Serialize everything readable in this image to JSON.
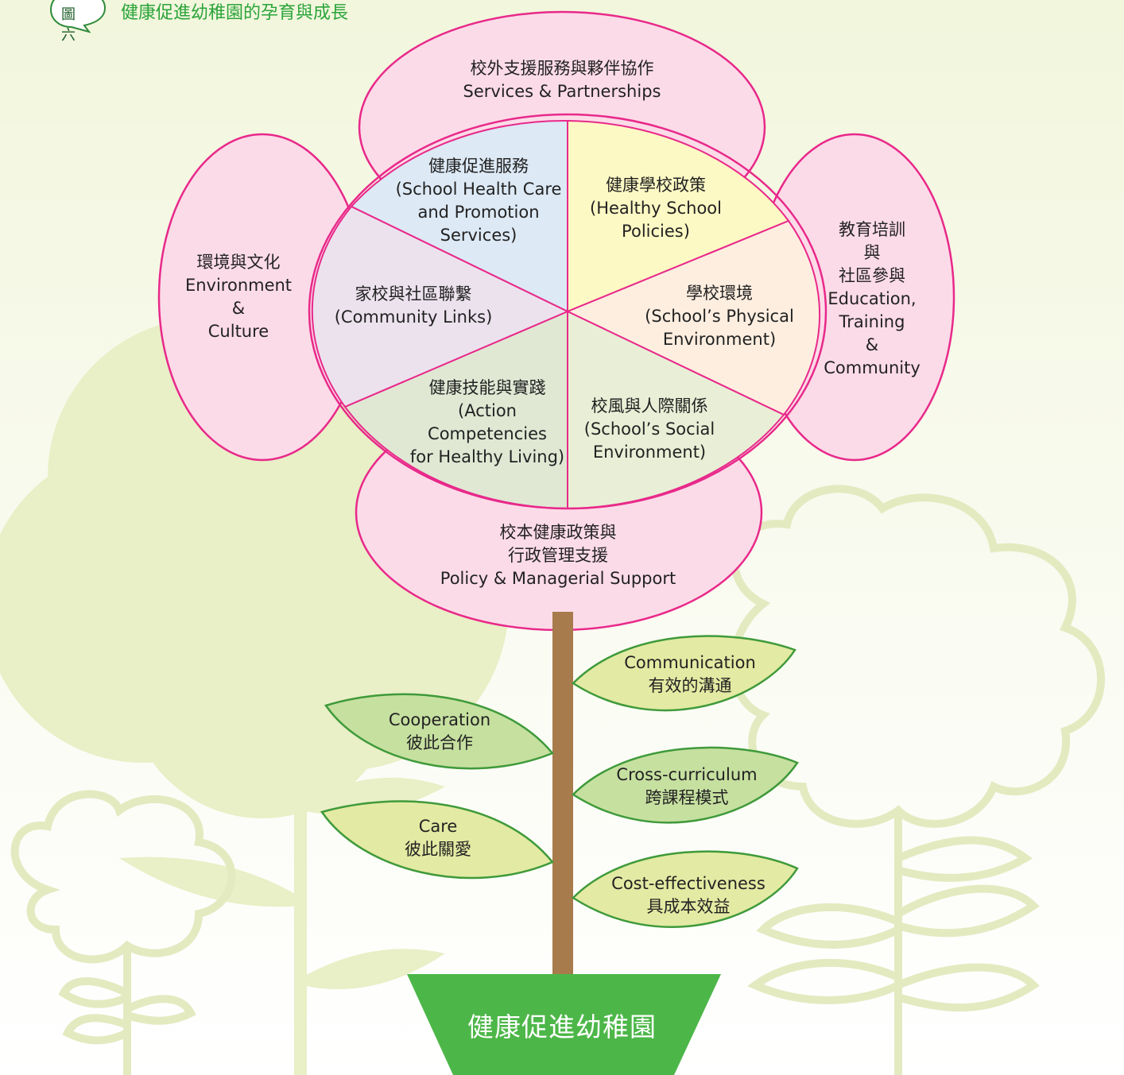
{
  "header": {
    "figure_number": "圖六",
    "title": "健康促進幼稚園的孕育與成長"
  },
  "petals": {
    "top": [
      "校外支援服務與夥伴協作",
      "Services & Partnerships"
    ],
    "left": [
      "環境與文化",
      "Environment",
      "&",
      "Culture"
    ],
    "right": [
      "教育培訓",
      "與",
      "社區參與",
      "Education,",
      "Training",
      "&",
      "Community"
    ],
    "bottom": [
      "校本健康政策與",
      "行政管理支援",
      "Policy & Managerial Support"
    ]
  },
  "segments": [
    {
      "lines": [
        "健康促進服務",
        "(School Health Care",
        "and Promotion",
        "Services)"
      ],
      "color": "#dde9f5"
    },
    {
      "lines": [
        "健康學校政策",
        "(Healthy School",
        "Policies)"
      ],
      "color": "#fdf9c4"
    },
    {
      "lines": [
        "學校環境",
        "(School’s Physical",
        "Environment)"
      ],
      "color": "#fdeee0"
    },
    {
      "lines": [
        "校風與人際關係",
        "(School’s Social",
        "Environment)"
      ],
      "color": "#e8efd6"
    },
    {
      "lines": [
        "健康技能與實踐",
        "(Action",
        "Competencies",
        "for Healthy Living)"
      ],
      "color": "#e0e8d4"
    },
    {
      "lines": [
        "家校與社區聯繫",
        "(Community Links)"
      ],
      "color": "#ece2ee"
    }
  ],
  "leaves": [
    {
      "lines": [
        "Communication",
        "有效的溝通"
      ]
    },
    {
      "lines": [
        "Cooperation",
        "彼此合作"
      ]
    },
    {
      "lines": [
        "Cross-curriculum",
        "跨課程模式"
      ]
    },
    {
      "lines": [
        "Care",
        "彼此關愛"
      ]
    },
    {
      "lines": [
        "Cost-effectiveness",
        "具成本效益"
      ]
    }
  ],
  "pot": {
    "label": "健康促進幼稚園"
  },
  "colors": {
    "petal_fill": "#fcdbe8",
    "petal_stroke": "#e8298a",
    "stem": "#a77b4c",
    "pot": "#4cb748",
    "leaf_light": "#e3eaa3",
    "leaf_mid": "#c6e0a0",
    "leaf_stroke": "#3f9a3a"
  }
}
